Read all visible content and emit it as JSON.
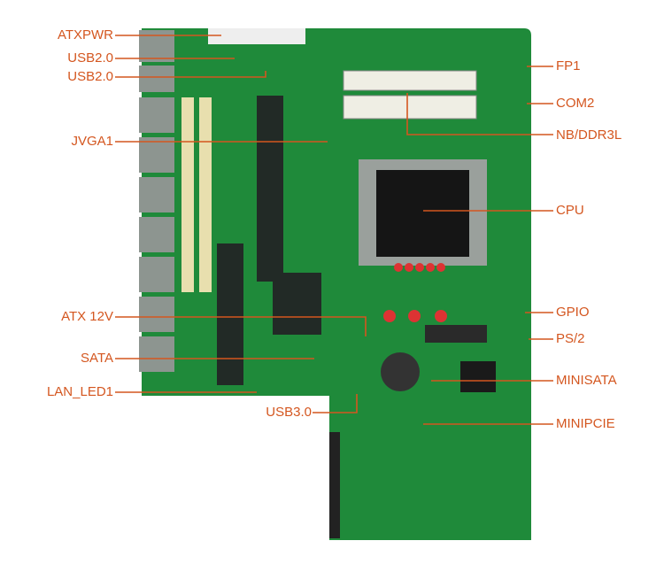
{
  "labels": {
    "atxpwr": "ATXPWR",
    "usb20_a": "USB2.0",
    "usb20_b": "USB2.0",
    "jvga1": "JVGA1",
    "atx12v": "ATX 12V",
    "sata": "SATA",
    "lan_led1": "LAN_LED1",
    "usb30": "USB3.0",
    "fp1": "FP1",
    "com2": "COM2",
    "nb_ddr3l": "NB/DDR3L",
    "cpu": "CPU",
    "gpio": "GPIO",
    "ps2": "PS/2",
    "minisata": "MINISATA",
    "minipcie": "MINIPCIE"
  },
  "colors": {
    "label": "#d4561f",
    "pcb": "#1f8a3a",
    "pcb_dark": "#14602a",
    "heatsink": "#222a26"
  }
}
